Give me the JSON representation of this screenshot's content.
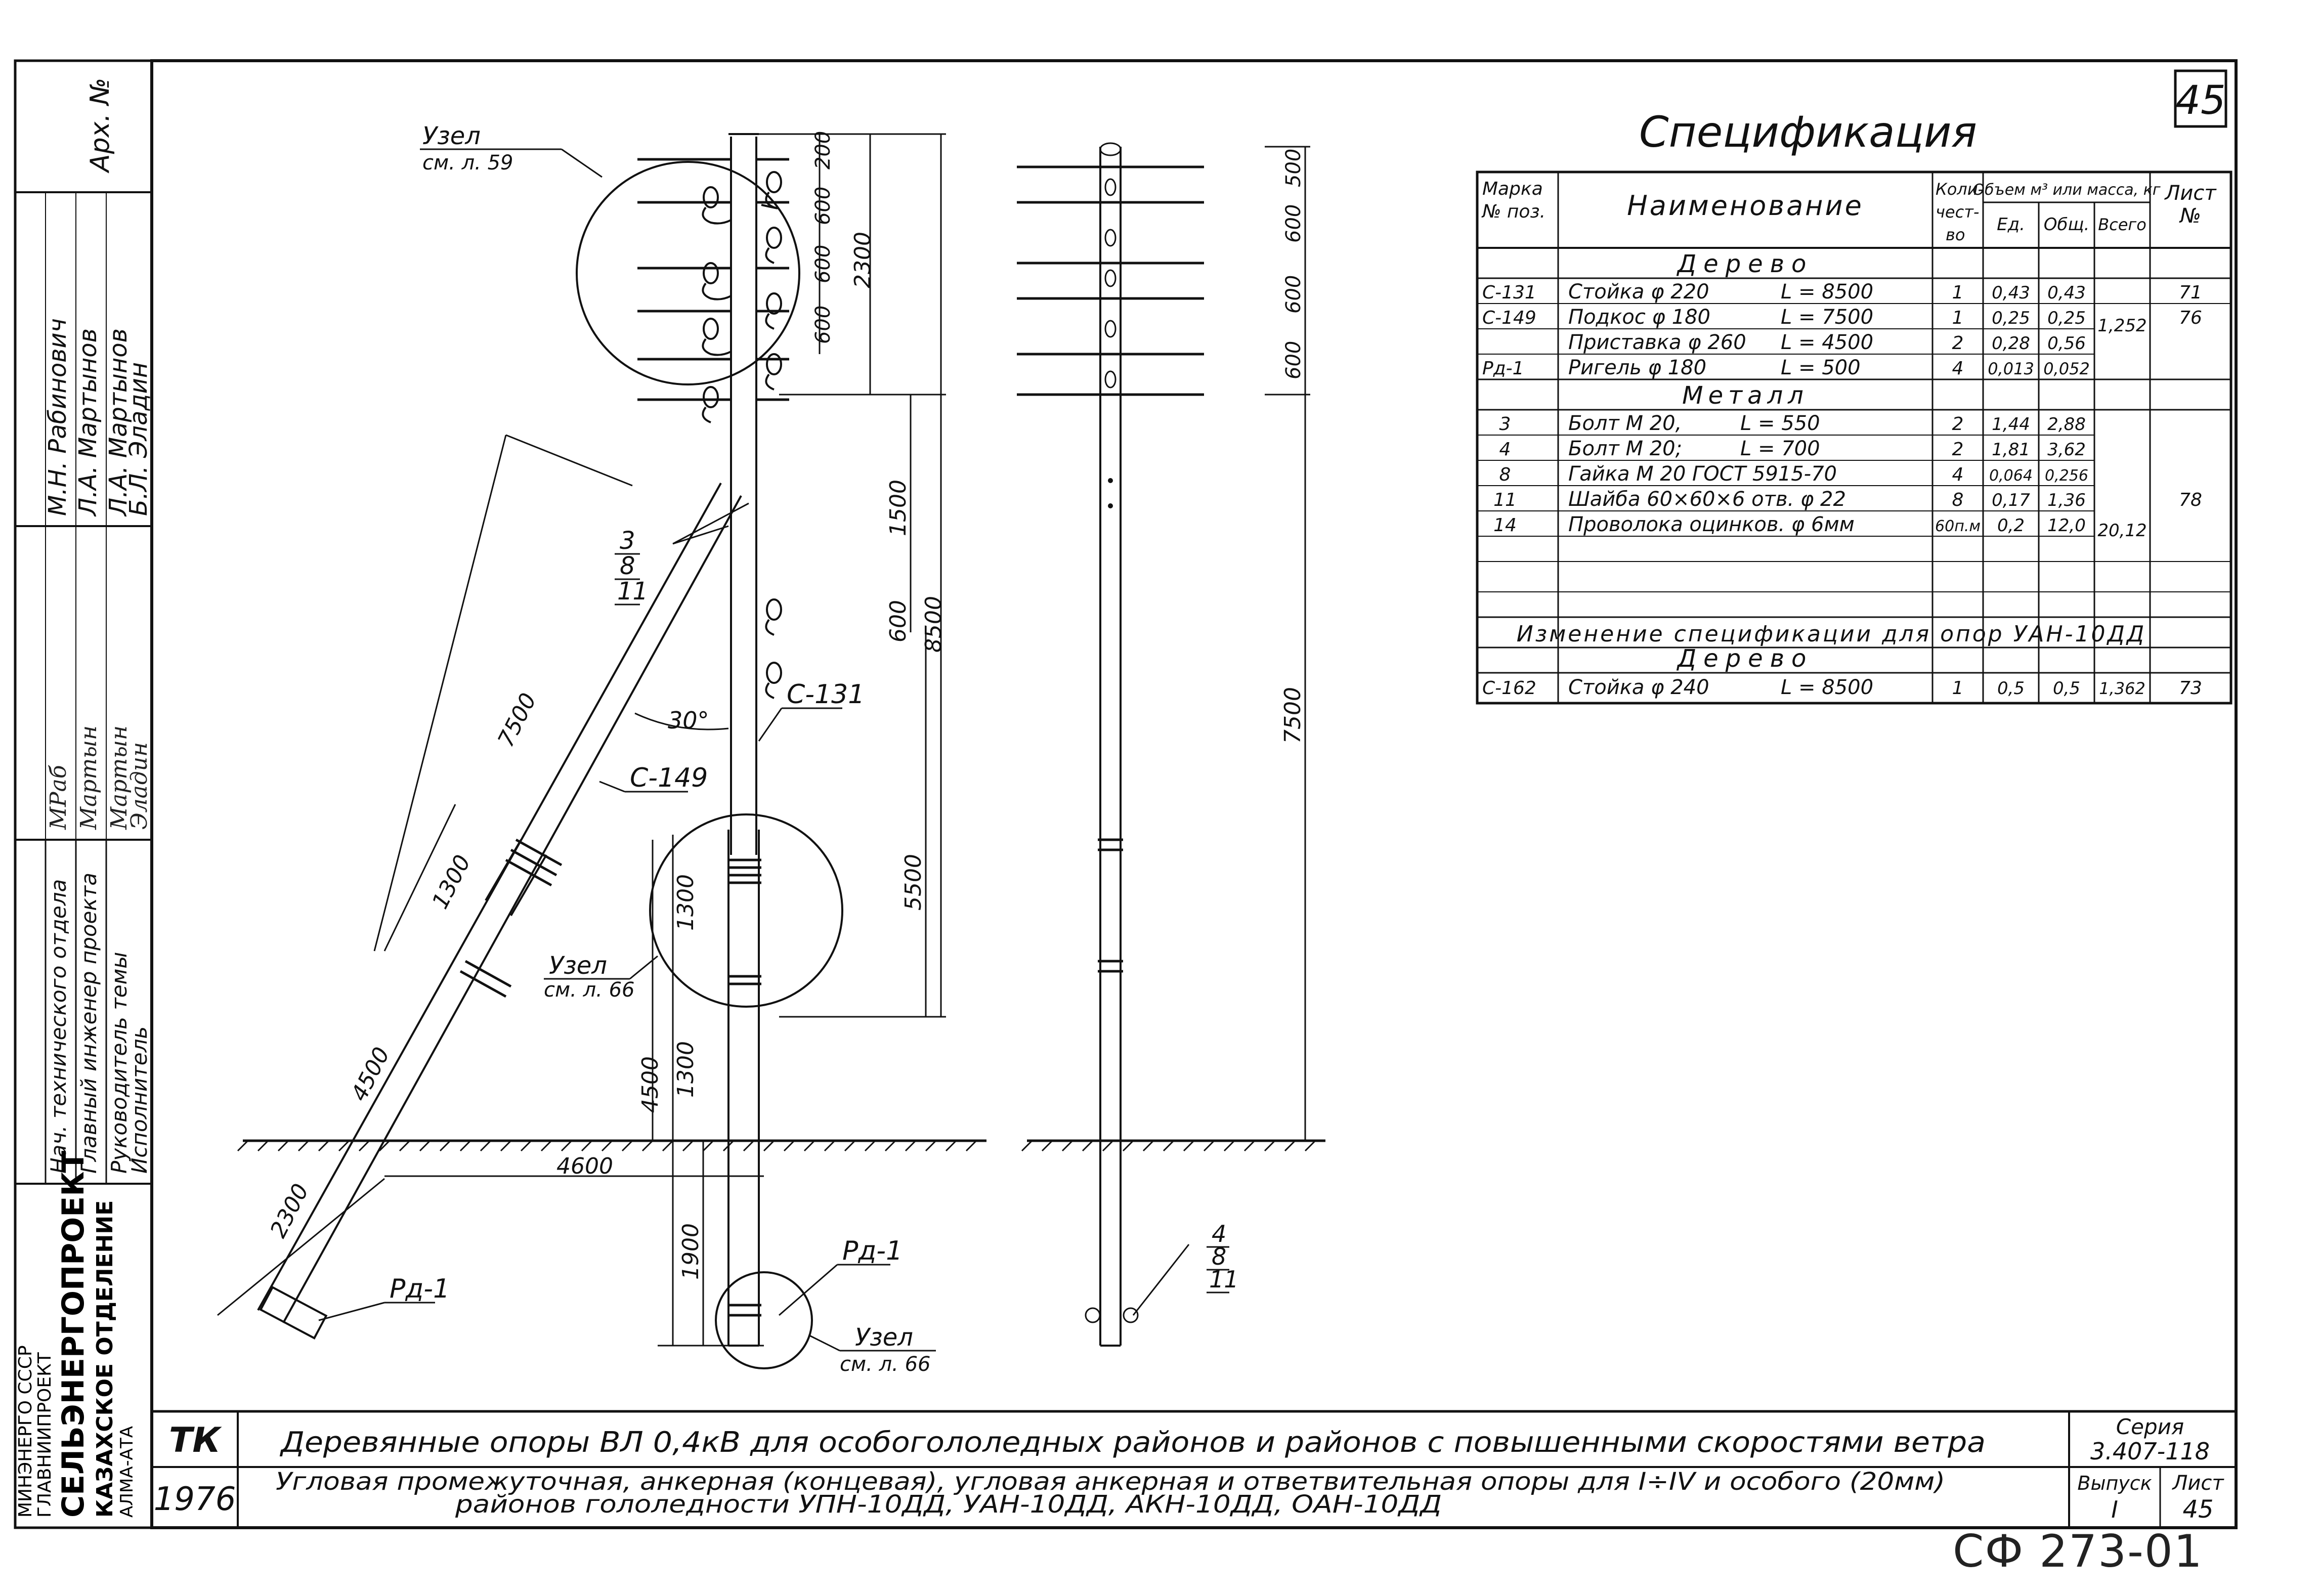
{
  "sheet_number": "45",
  "stamp": "СФ 273-01",
  "left_strip": {
    "arch_label": "Арх. №",
    "roles": [
      "Нач. технического отдела",
      "Главный инженер проекта",
      "Руководитель темы",
      "Исполнитель"
    ],
    "names": [
      "М.Н. Рабинович",
      "Л.А. Мартынов",
      "Л.А. Мартынов",
      "Б.Л. Эладин"
    ],
    "org": [
      "МИНЭНЕРГО СССР",
      "ГЛАВНИИПРОЕКТ",
      "СЕЛЬЭНЕРГОПРОЕКТ",
      "КАЗАХСКОЕ ОТДЕЛЕНИЕ",
      "АЛМА-АТА"
    ]
  },
  "spec": {
    "title": "Спецификация",
    "headers": {
      "mark": "Марка № поз.",
      "name": "Наименование",
      "qty": "Коли- чест- во",
      "vol": "Объем м³ или масса, кг",
      "ed": "Ед.",
      "obsh": "Общ.",
      "vsego": "Всего",
      "list": "Лист №"
    },
    "section_wood": "Дерево",
    "section_metal": "Металл",
    "change_note": "Изменение спецификации для опор УАН-10ДД",
    "section_wood2": "Дерево",
    "rows": [
      {
        "mark": "С-131",
        "name": "Стойка φ 220",
        "len": "L = 8500",
        "qty": "1",
        "ed": "0,43",
        "obsh": "0,43",
        "list": "71"
      },
      {
        "mark": "С-149",
        "name": "Подкос φ 180",
        "len": "L = 7500",
        "qty": "1",
        "ed": "0,25",
        "obsh": "0,25",
        "list": "76"
      },
      {
        "mark": "",
        "name": "Приставка φ 260",
        "len": "L = 4500",
        "qty": "2",
        "ed": "0,28",
        "obsh": "0,56",
        "list": ""
      },
      {
        "mark": "Рд-1",
        "name": "Ригель φ 180",
        "len": "L = 500",
        "qty": "4",
        "ed": "0,013",
        "obsh": "0,052",
        "list": ""
      },
      {
        "mark": "3",
        "name": "Болт М 20,",
        "len": "L = 550",
        "qty": "2",
        "ed": "1,44",
        "obsh": "2,88",
        "list": ""
      },
      {
        "mark": "4",
        "name": "Болт М 20;",
        "len": "L = 700",
        "qty": "2",
        "ed": "1,81",
        "obsh": "3,62",
        "list": ""
      },
      {
        "mark": "8",
        "name": "Гайка М 20 ГОСТ 5915-70",
        "len": "",
        "qty": "4",
        "ed": "0,064",
        "obsh": "0,256",
        "list": ""
      },
      {
        "mark": "11",
        "name": "Шайба 60×60×6 отв. φ 22",
        "len": "",
        "qty": "8",
        "ed": "0,17",
        "obsh": "1,36",
        "list": "78"
      },
      {
        "mark": "14",
        "name": "Проволока оцинков. φ 6мм",
        "len": "",
        "qty": "60п.м",
        "ed": "0,2",
        "obsh": "12,0",
        "list": ""
      },
      {
        "mark": "С-162",
        "name": "Стойка φ 240",
        "len": "L = 8500",
        "qty": "1",
        "ed": "0,5",
        "obsh": "0,5",
        "list": "73"
      }
    ],
    "totals": {
      "wood": "1,252",
      "metal": "20,12",
      "change": "1,362"
    }
  },
  "drawing": {
    "node_top": "Узел",
    "node_top_ref": "см. л. 59",
    "node_mid": "Узел",
    "node_mid_ref": "см. л. 66",
    "node_bot": "Узел",
    "node_bot_ref": "см. л. 66",
    "angle": "30°",
    "mark_c131": "С-131",
    "mark_c149": "С-149",
    "mark_rd1_a": "Рд-1",
    "mark_rd1_b": "Рд-1",
    "callout_a": [
      "3",
      "8",
      "11"
    ],
    "callout_b": [
      "4",
      "8",
      "11"
    ],
    "dims": {
      "d200": "200",
      "d600a": "600",
      "d600b": "600",
      "d600c": "600",
      "d2300": "2300",
      "d1500": "1500",
      "d600d": "600",
      "d8500": "8500",
      "d5500": "5500",
      "d1300a": "1300",
      "d1300b": "1300",
      "d4500v": "4500",
      "d1900": "1900",
      "d4600": "4600",
      "d7500": "7500",
      "d1300c": "1300",
      "d4500s": "4500",
      "d2300s": "2300"
    },
    "side_dims": {
      "s500": "500",
      "s600a": "600",
      "s600b": "600",
      "s600c": "600",
      "s7500": "7500"
    }
  },
  "title_block": {
    "tk": "ТК",
    "year": "1976",
    "line1": "Деревянные опоры ВЛ 0,4кВ для особогололедных районов и районов с повышенными скоростями ветра",
    "line2a": "Угловая промежуточная, анкерная (концевая), угловая анкерная и ответвительная опоры для I÷IV и особого (20мм)",
    "line2b": "районов гололедности УПН-10ДД, УАН-10ДД, АКН-10ДД, ОАН-10ДД",
    "series_label": "Серия",
    "series": "3.407-118",
    "issue_label": "Выпуск",
    "issue": "I",
    "sheet_label": "Лист",
    "sheet": "45"
  }
}
